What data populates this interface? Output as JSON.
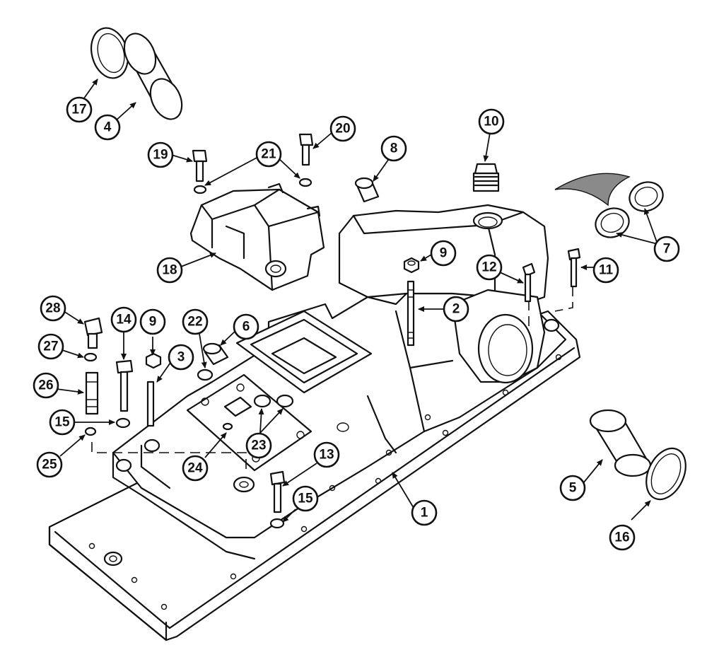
{
  "callouts": [
    {
      "id": "c1",
      "label": "1"
    },
    {
      "id": "c2",
      "label": "2"
    },
    {
      "id": "c3",
      "label": "3"
    },
    {
      "id": "c4",
      "label": "4"
    },
    {
      "id": "c5",
      "label": "5"
    },
    {
      "id": "c6",
      "label": "6"
    },
    {
      "id": "c7",
      "label": "7"
    },
    {
      "id": "c8",
      "label": "8"
    },
    {
      "id": "c9a",
      "label": "9"
    },
    {
      "id": "c9b",
      "label": "9"
    },
    {
      "id": "c10",
      "label": "10"
    },
    {
      "id": "c11",
      "label": "11"
    },
    {
      "id": "c12",
      "label": "12"
    },
    {
      "id": "c13",
      "label": "13"
    },
    {
      "id": "c14",
      "label": "14"
    },
    {
      "id": "c15a",
      "label": "15"
    },
    {
      "id": "c15b",
      "label": "15"
    },
    {
      "id": "c16",
      "label": "16"
    },
    {
      "id": "c17",
      "label": "17"
    },
    {
      "id": "c18",
      "label": "18"
    },
    {
      "id": "c19",
      "label": "19"
    },
    {
      "id": "c20",
      "label": "20"
    },
    {
      "id": "c21",
      "label": "21"
    },
    {
      "id": "c22",
      "label": "22"
    },
    {
      "id": "c23",
      "label": "23"
    },
    {
      "id": "c24",
      "label": "24"
    },
    {
      "id": "c25",
      "label": "25"
    },
    {
      "id": "c26",
      "label": "26"
    },
    {
      "id": "c27",
      "label": "27"
    },
    {
      "id": "c28",
      "label": "28"
    }
  ]
}
